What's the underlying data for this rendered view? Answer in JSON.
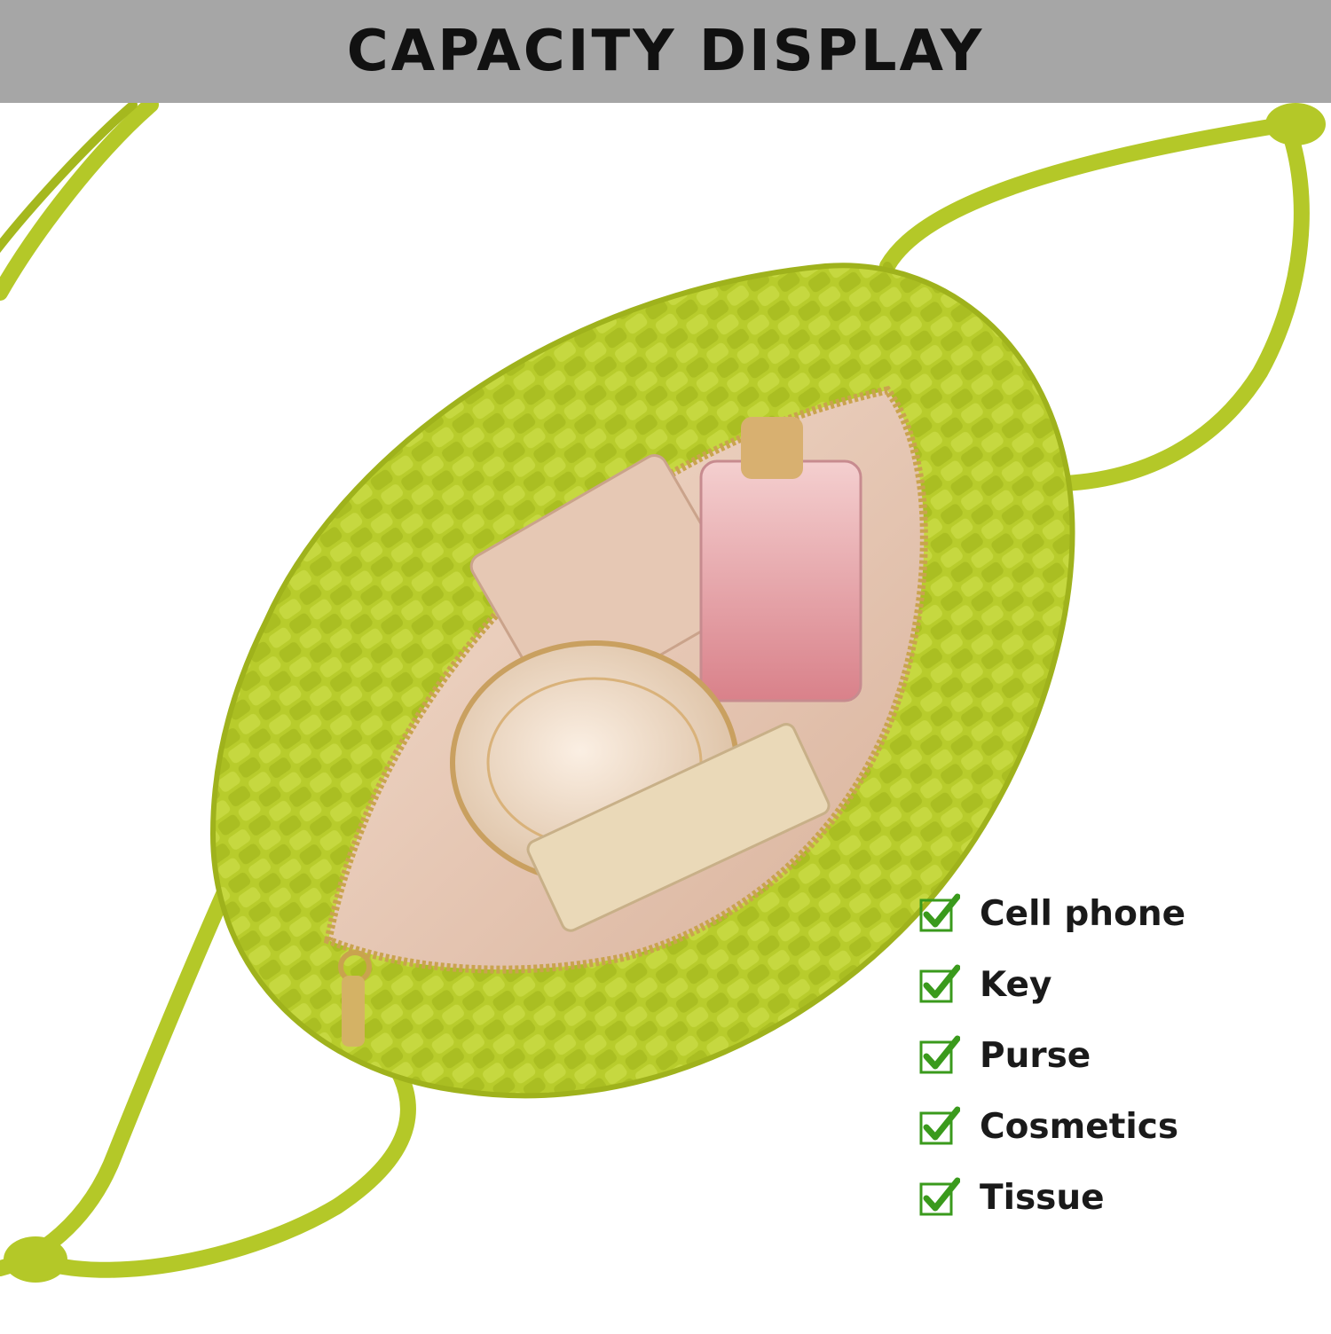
{
  "header": {
    "title": "CAPACITY DISPLAY"
  },
  "checklist": {
    "icon": "checkmark-box-icon",
    "check_color": "#3a9a1c",
    "items": [
      {
        "label": "Cell phone"
      },
      {
        "label": "Key"
      },
      {
        "label": "Purse"
      },
      {
        "label": "Cosmetics"
      },
      {
        "label": "Tissue"
      }
    ]
  },
  "colors": {
    "header_band": "#a6a6a6",
    "bag_green": "#b9cd2e",
    "lining": "#e8c9b6",
    "zipper_gold": "#c9a34e"
  }
}
